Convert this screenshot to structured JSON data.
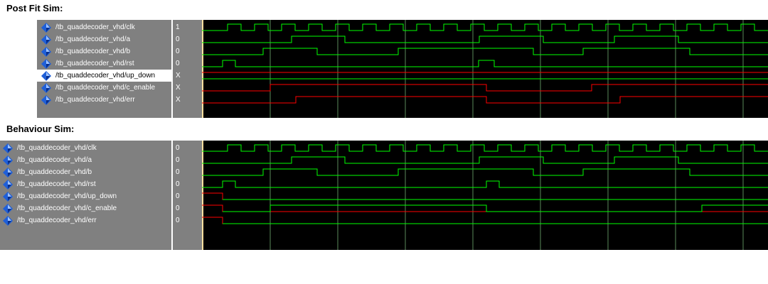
{
  "sections": [
    {
      "title": "Post Fit Sim:",
      "signals": [
        {
          "name": "/tb_quaddecoder_vhd/clk",
          "value": "1",
          "selected": false
        },
        {
          "name": "/tb_quaddecoder_vhd/a",
          "value": "0",
          "selected": false
        },
        {
          "name": "/tb_quaddecoder_vhd/b",
          "value": "0",
          "selected": false
        },
        {
          "name": "/tb_quaddecoder_vhd/rst",
          "value": "0",
          "selected": false
        },
        {
          "name": "/tb_quaddecoder_vhd/up_down",
          "value": "X",
          "selected": true
        },
        {
          "name": "/tb_quaddecoder_vhd/c_enable",
          "value": "X",
          "selected": false
        },
        {
          "name": "/tb_quaddecoder_vhd/err",
          "value": "X",
          "selected": false
        }
      ]
    },
    {
      "title": "Behaviour Sim:",
      "signals": [
        {
          "name": "/tb_quaddecoder_vhd/clk",
          "value": "0",
          "selected": false
        },
        {
          "name": "/tb_quaddecoder_vhd/a",
          "value": "0",
          "selected": false
        },
        {
          "name": "/tb_quaddecoder_vhd/b",
          "value": "0",
          "selected": false
        },
        {
          "name": "/tb_quaddecoder_vhd/rst",
          "value": "0",
          "selected": false
        },
        {
          "name": "/tb_quaddecoder_vhd/up_down",
          "value": "0",
          "selected": false
        },
        {
          "name": "/tb_quaddecoder_vhd/c_enable",
          "value": "0",
          "selected": false
        },
        {
          "name": "/tb_quaddecoder_vhd/err",
          "value": "0",
          "selected": false
        }
      ]
    }
  ],
  "colors": {
    "wave_high": "#00ff00",
    "wave_undefined": "#ff0000",
    "wave_background": "#000000",
    "grid": "#5a8a5a",
    "panel": "#808080",
    "icon": "#1f5fd8"
  },
  "icons": {
    "signal": "diamond-icon"
  }
}
